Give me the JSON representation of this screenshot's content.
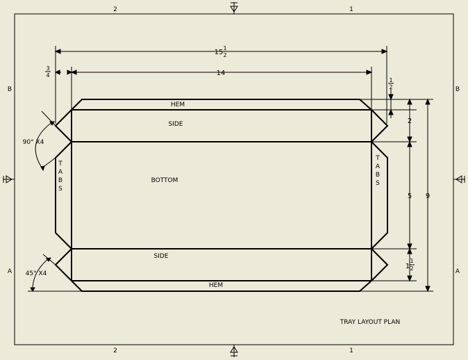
{
  "border": {
    "top_zone_left": "2",
    "top_zone_right": "1",
    "bottom_zone_left": "2",
    "bottom_zone_right": "1",
    "left_zone_top": "B",
    "left_zone_bottom": "A",
    "right_zone_top": "B",
    "right_zone_bottom": "A"
  },
  "labels": {
    "hem_top": "HEM",
    "side_top": "SIDE",
    "bottom": "BOTTOM",
    "side_bottom": "SIDE",
    "hem_bottom": "HEM",
    "tabs_left": [
      "T",
      "A",
      "B",
      "S"
    ],
    "tabs_right": [
      "T",
      "A",
      "B",
      "S"
    ],
    "angle_90": "90° X4",
    "angle_45": "45° X4",
    "title": "TRAY LAYOUT PLAN"
  },
  "dimensions": {
    "overall_whole": "15",
    "overall_num": "1",
    "overall_den": "2",
    "inner_length": "14",
    "tab_num": "3",
    "tab_den": "4",
    "hem_num": "1",
    "hem_den": "2",
    "side_height": "2",
    "bottom_height": "5",
    "total_height": "9",
    "lower_whole": "1",
    "lower_num": "1",
    "lower_den": "2"
  }
}
